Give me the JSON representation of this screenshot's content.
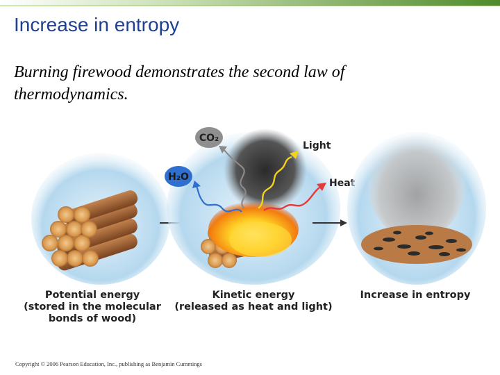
{
  "slide": {
    "title": "Increase in entropy",
    "body": "Burning firewood demonstrates the second law of thermodynamics."
  },
  "diagram": {
    "molecules": {
      "co2": "CO₂",
      "h2o": "H₂O"
    },
    "arrows": {
      "light": "Light",
      "heat": "Heat"
    },
    "captions": {
      "potential": [
        "Potential energy",
        "(stored in the molecular",
        "bonds of wood)"
      ],
      "kinetic": [
        "Kinetic energy",
        "(released as heat and light)"
      ],
      "entropy": "Increase in entropy"
    },
    "colors": {
      "light": "#f2d21b",
      "heat": "#e53a3a",
      "co2": "#9a9a9a",
      "h2o": "#2f6fd0",
      "wood": "#c98a4b"
    }
  },
  "footer": {
    "copyright": "Copyright © 2006 Pearson Education, Inc., publishing as Benjamin Cummings"
  }
}
